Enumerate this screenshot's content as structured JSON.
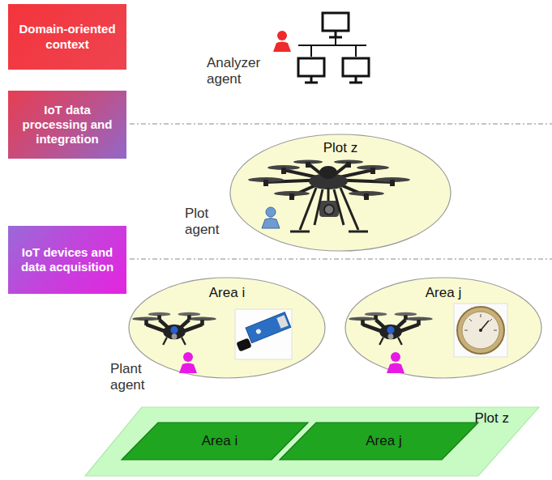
{
  "diagram": {
    "nodes": [
      {
        "text": [
          "Domain-oriented context"
        ]
      },
      {
        "text": [
          "IoT data processing and integration"
        ]
      },
      {
        "text": [
          "IoT devices and data acquisition"
        ]
      },
      {
        "text": [
          "Plot z"
        ]
      },
      {
        "text": [
          "Area i"
        ]
      },
      {
        "text": [
          "Area j"
        ]
      },
      {
        "text": [
          "Plot z"
        ]
      },
      {
        "text": [
          "Area i"
        ],
        "in": 6
      },
      {
        "text": [
          "Area j"
        ],
        "in": 6
      }
    ],
    "labels": [
      "Analyzer agent",
      "Plot agent",
      "Plant agent"
    ]
  }
}
